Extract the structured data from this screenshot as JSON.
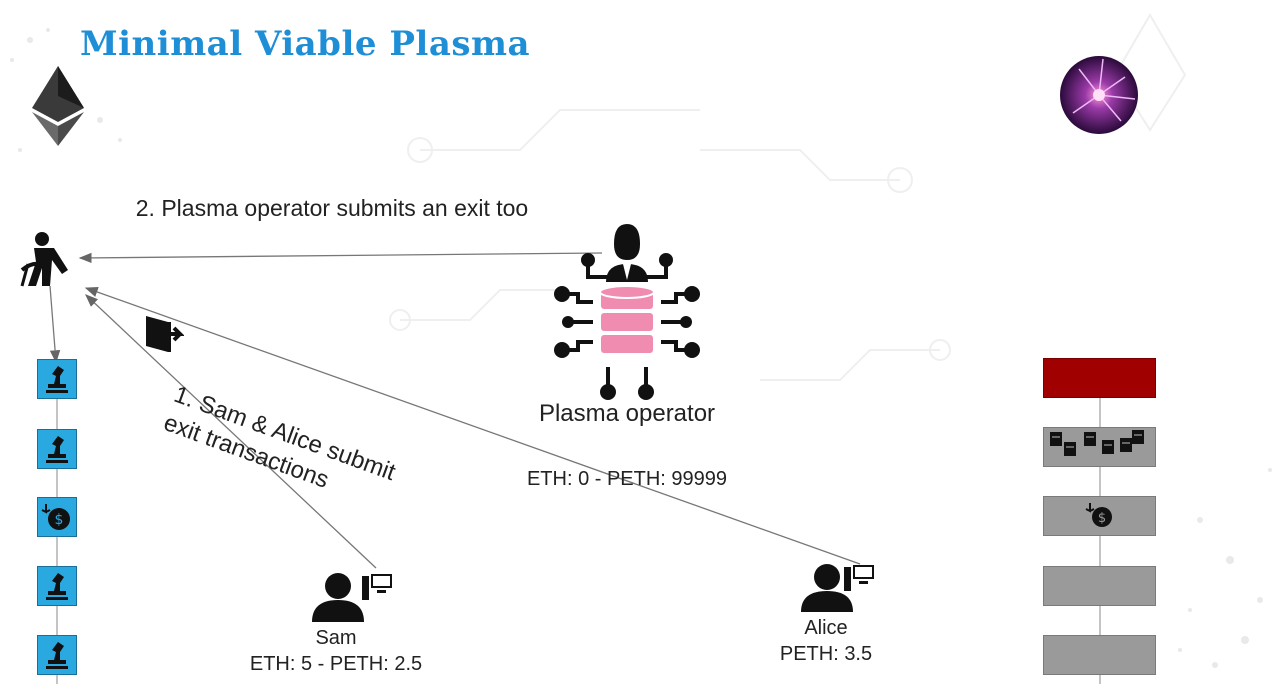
{
  "slide": {
    "title": "Minimal Viable Plasma"
  },
  "labels": {
    "operator_exit": "2. Plasma operator submits an exit too",
    "users_exit": "1. Sam & Alice submit exit transactions"
  },
  "operator": {
    "name": "Plasma operator",
    "balance": "ETH: 0 - PETH: 99999"
  },
  "sam": {
    "name": "Sam",
    "balance": "ETH: 5 - PETH: 2.5"
  },
  "alice": {
    "name": "Alice",
    "balance": "PETH: 3.5"
  },
  "root_chain": {
    "blocks": [
      "miner-block",
      "miner-block",
      "deposit-block",
      "miner-block",
      "miner-block"
    ],
    "color": "#2aa8e0"
  },
  "plasma_chain": {
    "blocks": [
      "exit-block",
      "transactions-block",
      "deposit-block",
      "empty-block",
      "empty-block"
    ],
    "exit_color": "#a10000",
    "block_color": "#9a9a9a"
  },
  "colors": {
    "title": "#1e8fd6",
    "database": "#f08cb0"
  }
}
